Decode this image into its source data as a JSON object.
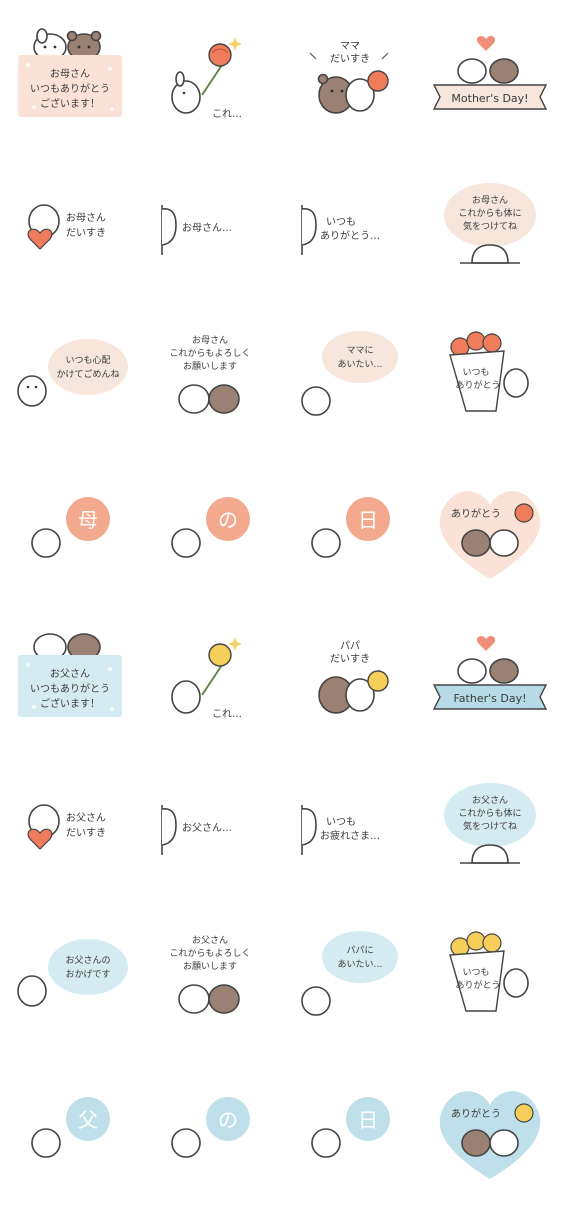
{
  "sections": {
    "mother": {
      "colors": {
        "pink": "#fbe2d6",
        "salmon": "#f3a98e",
        "flower": "#ef7c5b",
        "cream": "#f7e6dc",
        "heart": "#f08e79"
      },
      "row1": {
        "card": [
          "お母さん",
          "いつもありがとう",
          "ございます！"
        ],
        "flower_caption": "これ…",
        "mama_love": [
          "ママ",
          "だいすき"
        ],
        "banner": "Mother's Day!"
      },
      "row2": {
        "love": [
          "お母さん",
          "だいすき"
        ],
        "peek": "お母さん…",
        "thanks": [
          "いつも",
          "ありがとう…"
        ],
        "care": [
          "お母さん",
          "これからも体に",
          "気をつけてね"
        ]
      },
      "row3": {
        "sorry": [
          "いつも心配",
          "かけてごめんね"
        ],
        "wish": [
          "お母さん",
          "これからもよろしく",
          "お願いします"
        ],
        "miss": [
          "ママに",
          "あいたい…"
        ],
        "bouquet": [
          "いつも",
          "ありがとう"
        ]
      },
      "row4": {
        "chars": [
          "母",
          "の",
          "日"
        ],
        "heart_text": "ありがとう"
      }
    },
    "father": {
      "colors": {
        "blue": "#d5ebf2",
        "sky": "#bfe0ea",
        "flower": "#f6cf5a",
        "banner": "#b6dbe6",
        "heart": "#f08e79"
      },
      "row5": {
        "card": [
          "お父さん",
          "いつもありがとう",
          "ございます！"
        ],
        "flower_caption": "これ…",
        "papa_love": [
          "パパ",
          "だいすき"
        ],
        "banner": "Father's Day!"
      },
      "row6": {
        "love": [
          "お父さん",
          "だいすき"
        ],
        "peek": "お父さん…",
        "tired": [
          "いつも",
          "お疲れさま…"
        ],
        "care": [
          "お父さん",
          "これからも体に",
          "気をつけてね"
        ]
      },
      "row7": {
        "grateful": [
          "お父さんの",
          "おかげです"
        ],
        "wish": [
          "お父さん",
          "これからもよろしく",
          "お願いします"
        ],
        "miss": [
          "パパに",
          "あいたい…"
        ],
        "bouquet": [
          "いつも",
          "ありがとう"
        ]
      },
      "row8": {
        "chars": [
          "父",
          "の",
          "日"
        ],
        "heart_text": "ありがとう"
      }
    }
  }
}
